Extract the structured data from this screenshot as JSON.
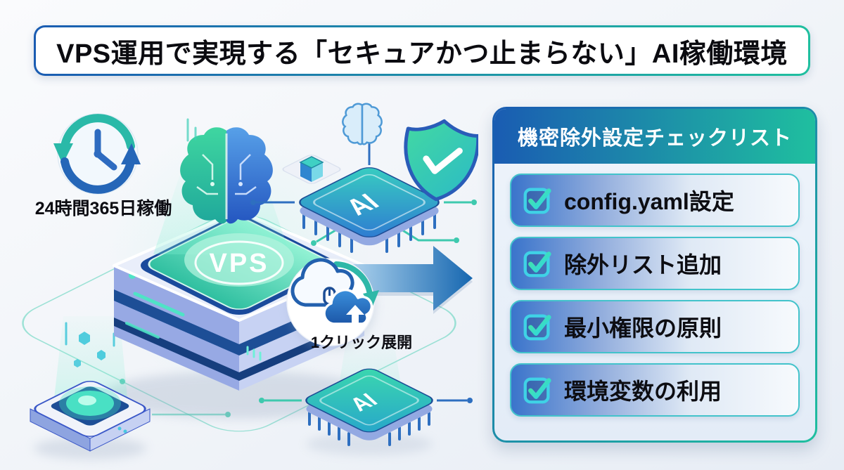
{
  "banner": {
    "title": "VPS運用で実現する「セキュアかつ止まらない」AI稼働環境"
  },
  "illustration": {
    "uptime_label": "24時間365日稼働",
    "vps_label": "VPS",
    "ai_chip_top_label": "AI",
    "ai_chip_bottom_label": "AI",
    "one_click_label": "1クリック展開",
    "icons": [
      "clock-sync-icon",
      "brain-icon",
      "mini-brain-icon",
      "shield-check-icon",
      "ai-chip-icon",
      "cube-icon",
      "vps-server-icon",
      "hex-pad-icon",
      "cloud-deploy-icon",
      "flow-arrow-icon"
    ]
  },
  "checklist": {
    "header": "機密除外設定チェックリスト",
    "items": [
      {
        "label": "config.yaml設定",
        "checked": true
      },
      {
        "label": "除外リスト追加",
        "checked": true
      },
      {
        "label": "最小権限の原則",
        "checked": true
      },
      {
        "label": "環境変数の利用",
        "checked": true
      }
    ]
  },
  "colors": {
    "accent-blue": "#1a5cb2",
    "accent-teal": "#1fbf9f",
    "item-blue": "#3a74cb",
    "item-border": "#43c3cb",
    "checkbox-cyan": "#3fd2e6",
    "check-green": "#46e29b",
    "arrow-blue": "#1667b0",
    "text-dark": "#0b0b10"
  }
}
